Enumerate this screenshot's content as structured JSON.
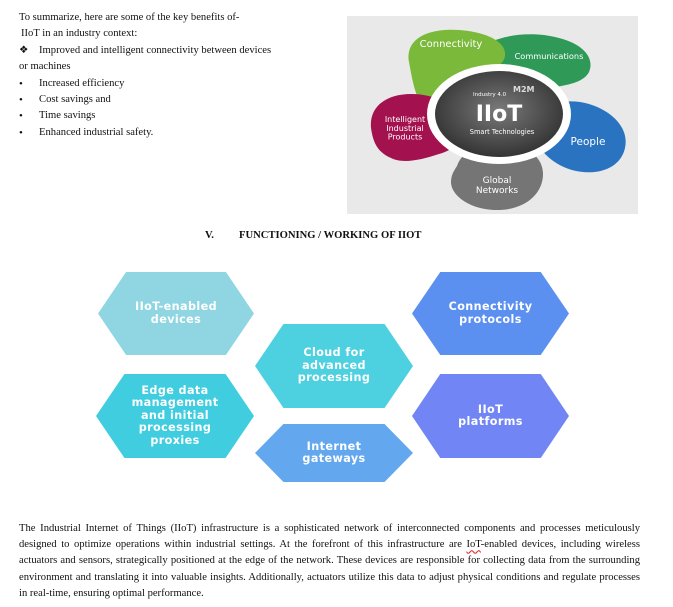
{
  "intro": {
    "line1": "To summarize, here are some of the key benefits of-",
    "line2": "IIoT in an industry context:",
    "bullets": [
      {
        "marker": "❖",
        "text": "Improved and intelligent connectivity between devices"
      },
      {
        "marker": "•",
        "text": "Increased efficiency"
      },
      {
        "marker": "•",
        "text": "Cost savings and"
      },
      {
        "marker": "•",
        "text": "Time savings"
      },
      {
        "marker": "•",
        "text": "Enhanced industrial safety."
      }
    ],
    "bullet1_cont": "or machines"
  },
  "figure1": {
    "center_top_left": "Industry 4.0",
    "center_top_right": "M2M",
    "center_title": "IIoT",
    "center_sub": "Smart Technologies",
    "petals": {
      "connectivity": "Connectivity",
      "communications": "Communications",
      "people": "People",
      "networks": "Global\nNetworks",
      "products": "Intelligent\nIndustrial\nProducts"
    },
    "colors": {
      "connectivity": "#7ab93a",
      "communications": "#2f9a58",
      "people": "#2a73c0",
      "networks": "#757575",
      "products": "#a3124e",
      "center": "#4a4a4a"
    }
  },
  "section": {
    "number": "V.",
    "title": "FUNCTIONING / WORKING OF IIOT"
  },
  "diagram": {
    "nodes": [
      {
        "label": "IIoT-enabled\ndevices",
        "color": "#8fd6e2"
      },
      {
        "label": "Cloud for\nadvanced\nprocessing",
        "color": "#4dd0df"
      },
      {
        "label": "Edge data\nmanagement\nand initial\nprocessing\nproxies",
        "color": "#40cde0"
      },
      {
        "label": "Internet\ngateways",
        "color": "#63a8ee"
      },
      {
        "label": "Connectivity\nprotocols",
        "color": "#5b8ff0"
      },
      {
        "label": "IIoT\nplatforms",
        "color": "#7185f5"
      }
    ]
  },
  "paragraph": {
    "before": "The Industrial Internet of Things (IIoT) infrastructure is a sophisticated network of interconnected components and processes meticulously designed to optimize operations within industrial settings. At the forefront of this infrastructure are ",
    "flagged": "IoT",
    "after": "-enabled devices, including wireless actuators and sensors, strategically positioned at the edge of the network. These devices are responsible for collecting data from the surrounding environment and translating it into valuable insights. Additionally, actuators utilize this data to adjust physical conditions and regulate processes in real-time, ensuring optimal performance."
  }
}
